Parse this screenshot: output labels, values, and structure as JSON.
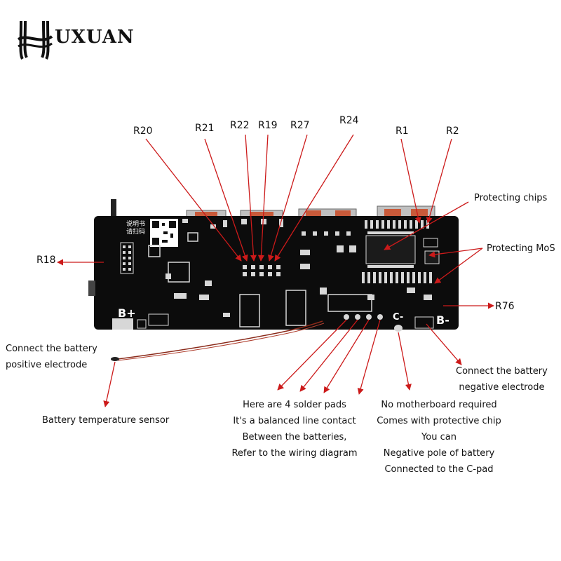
{
  "brand": {
    "name": "UXUAN",
    "logo_icon": "h-logo-icon",
    "logo_color": "#111111"
  },
  "callouts": {
    "r20": "R20",
    "r21": "R21",
    "r22": "R22",
    "r19": "R19",
    "r27": "R27",
    "r24": "R24",
    "r1": "R1",
    "r2": "R2",
    "r18": "R18",
    "r76": "R76",
    "protecting_chips": "Protecting chips",
    "protecting_mos": "Protecting MoS"
  },
  "notes": {
    "battery_positive": [
      "Connect the battery",
      "positive electrode"
    ],
    "battery_negative": [
      "Connect the battery",
      "negative electrode"
    ],
    "temp_sensor": [
      "Battery temperature sensor"
    ],
    "solder_pads": [
      "Here are 4 solder pads",
      "It's a balanced line contact",
      "Between the batteries,",
      "Refer to the wiring diagram"
    ],
    "c_pad": [
      "No motherboard required",
      "Comes with protective chip",
      "You can",
      "Negative pole of battery",
      "Connected to the C-pad"
    ]
  },
  "board": {
    "silk_bplus": "B+",
    "silk_bminus": "B-",
    "silk_cminus": "C-",
    "silk_manual": [
      "说明书",
      "请扫码"
    ],
    "pcb_color": "#0c0c0c",
    "silk_color": "#ffffff",
    "pad_color": "#d7d7d7",
    "port_color": "#c0c0c0"
  },
  "colors": {
    "arrow": "#cc1a1a",
    "wire": "#8a2a1a",
    "text": "#111111"
  }
}
